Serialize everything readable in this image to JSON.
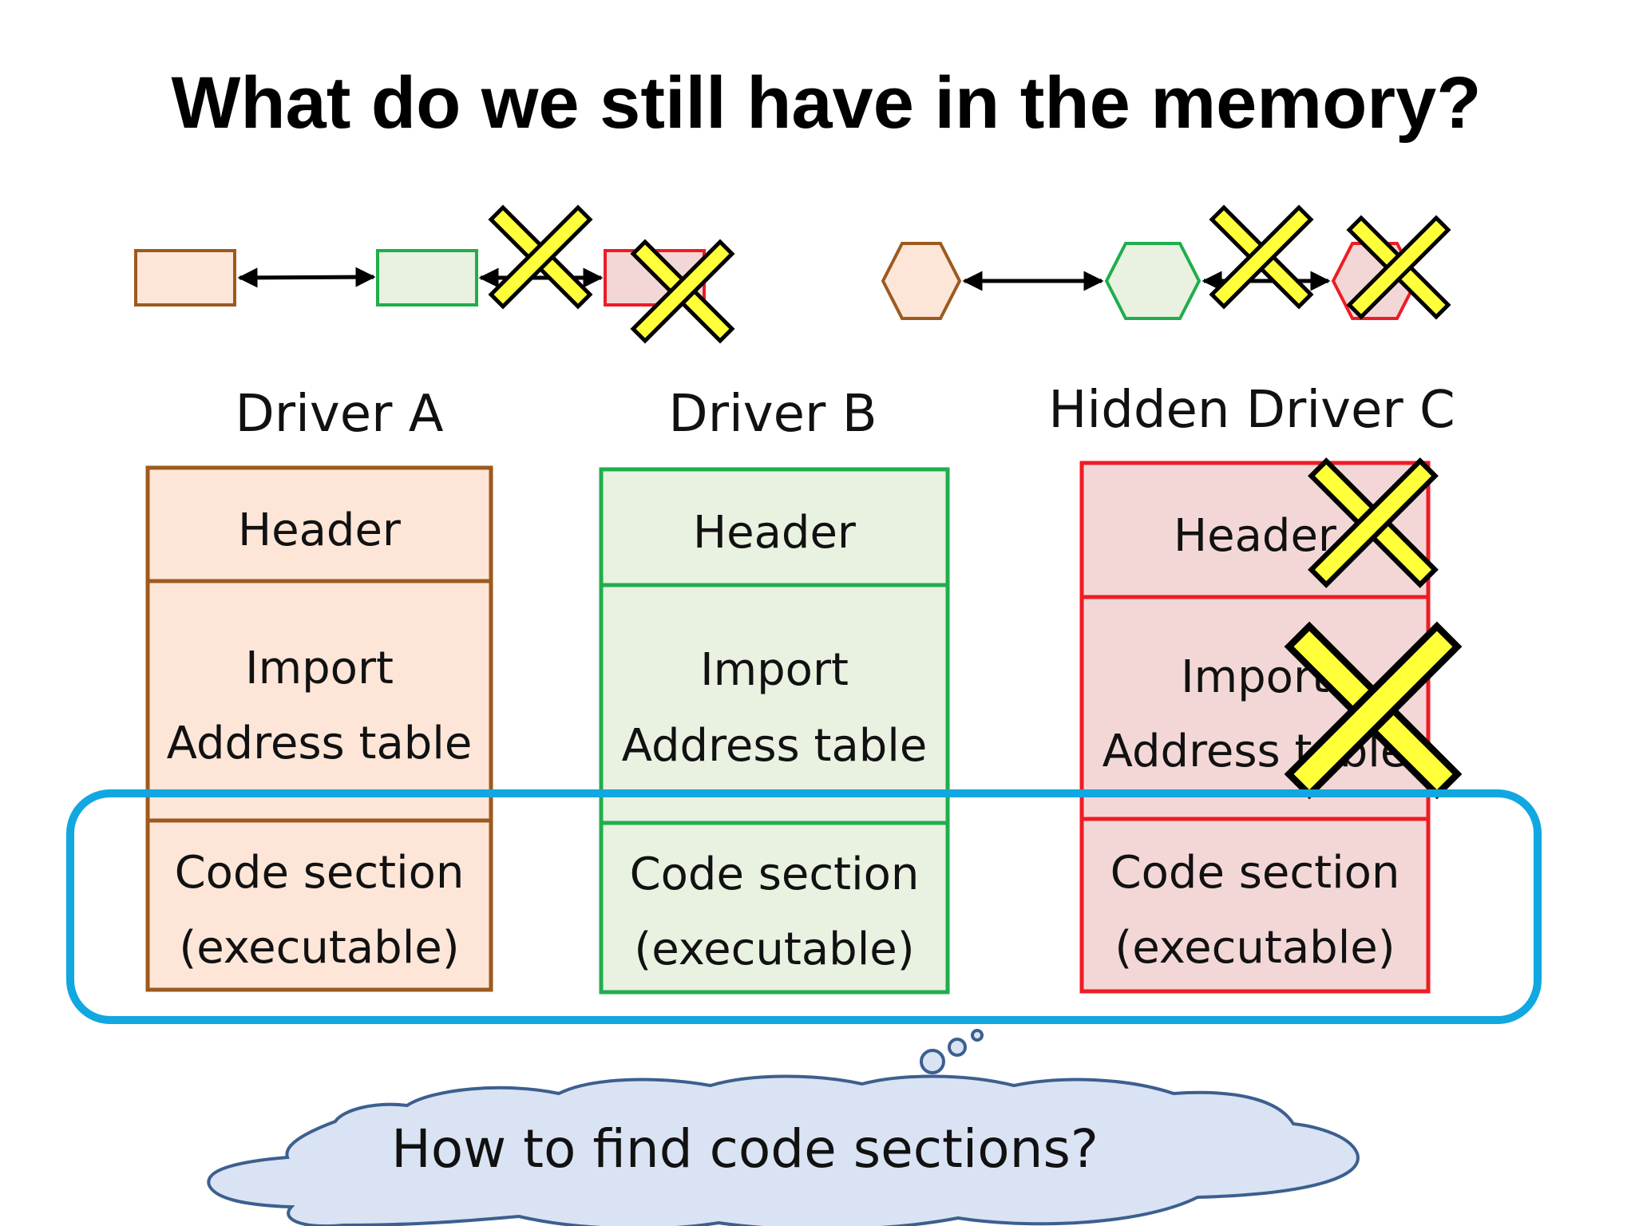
{
  "title": "What do we still have in the memory?",
  "colors": {
    "driver_a_stroke": "#9c5a1e",
    "driver_a_fill": "#fde6d8",
    "driver_b_stroke": "#1fae4b",
    "driver_b_fill": "#e9f1e1",
    "driver_c_stroke": "#ee1c24",
    "driver_c_fill": "#f3d7d7",
    "cross_fill": "#ffff3a",
    "highlight": "#11a7e0",
    "cloud_fill": "#dae3f3",
    "cloud_stroke": "#3c5f8f"
  },
  "drivers": [
    {
      "name": "Driver A",
      "sections": [
        {
          "lines": [
            "Header"
          ]
        },
        {
          "lines": [
            "Import",
            "Address table"
          ]
        },
        {
          "lines": [
            "Code section",
            "(executable)"
          ]
        }
      ]
    },
    {
      "name": "Driver B",
      "sections": [
        {
          "lines": [
            "Header"
          ]
        },
        {
          "lines": [
            "Import",
            "Address table"
          ]
        },
        {
          "lines": [
            "Code section",
            "(executable)"
          ]
        }
      ]
    },
    {
      "name": "Hidden Driver C",
      "sections": [
        {
          "lines": [
            "Header"
          ]
        },
        {
          "lines": [
            "Import",
            "Address table"
          ]
        },
        {
          "lines": [
            "Code section",
            "(executable)"
          ]
        }
      ]
    }
  ],
  "thought_cloud": "How to find code sections?"
}
